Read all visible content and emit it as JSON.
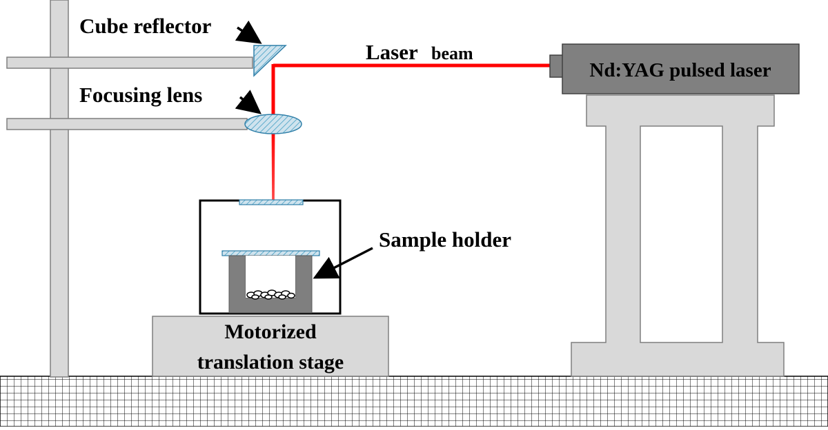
{
  "labels": {
    "cube_reflector": "Cube reflector",
    "focusing_lens": "Focusing lens",
    "laser_beam_1": "Laser",
    "laser_beam_2": "beam",
    "laser_source": "Nd:YAG pulsed laser",
    "sample_holder": "Sample holder",
    "stage_line1": "Motorized",
    "stage_line2": "translation stage"
  },
  "colors": {
    "beam": "#ff0000",
    "structure_fill": "#d9d9d9",
    "laser_fill": "#808080",
    "holder_fill": "#7f7f7f",
    "optic_fill": "#cfe3ee",
    "optic_hatch": "#3a9ac0"
  },
  "icons": {
    "arrow": "black-arrow-icon"
  }
}
